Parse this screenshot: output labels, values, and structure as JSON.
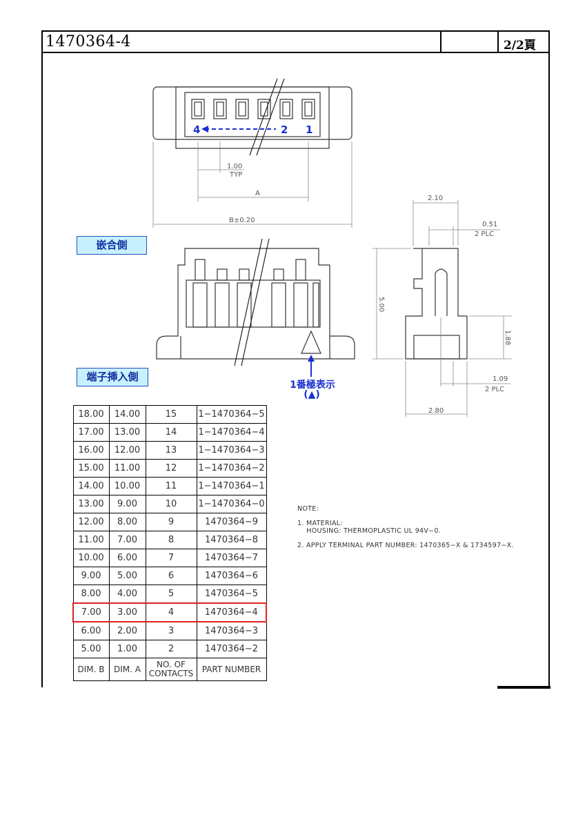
{
  "header": {
    "part_number": "1470364-4",
    "page": "2/2頁"
  },
  "labels": {
    "mating_side": "嵌合側",
    "terminal_side": "端子挿入側",
    "pin1_mark": "1番極表示",
    "pin1_symbol": "(▲)"
  },
  "pins": {
    "p4": "4",
    "p2": "2",
    "p1": "1"
  },
  "dimensions": {
    "pitch": "1.00",
    "pitch_note": "TYP",
    "dim_a": "A",
    "dim_b": "B±0.20",
    "w_top": "2.10",
    "slot": "0.51",
    "slot_note": "2 PLC",
    "height": "5.00",
    "step": "1.88",
    "off": "1.09",
    "off_note": "2 PLC",
    "w_bottom": "2.80"
  },
  "table": {
    "columns": [
      "DIM. B",
      "DIM. A",
      "NO. OF\nCONTACTS",
      "PART NUMBER"
    ],
    "rows": [
      [
        "18.00",
        "14.00",
        "15",
        "1−1470364−5"
      ],
      [
        "17.00",
        "13.00",
        "14",
        "1−1470364−4"
      ],
      [
        "16.00",
        "12.00",
        "13",
        "1−1470364−3"
      ],
      [
        "15.00",
        "11.00",
        "12",
        "1−1470364−2"
      ],
      [
        "14.00",
        "10.00",
        "11",
        "1−1470364−1"
      ],
      [
        "13.00",
        "9.00",
        "10",
        "1−1470364−0"
      ],
      [
        "12.00",
        "8.00",
        "9",
        "1470364−9"
      ],
      [
        "11.00",
        "7.00",
        "8",
        "1470364−8"
      ],
      [
        "10.00",
        "6.00",
        "7",
        "1470364−7"
      ],
      [
        "9.00",
        "5.00",
        "6",
        "1470364−6"
      ],
      [
        "8.00",
        "4.00",
        "5",
        "1470364−5"
      ],
      [
        "7.00",
        "3.00",
        "4",
        "1470364−4"
      ],
      [
        "6.00",
        "2.00",
        "3",
        "1470364−3"
      ],
      [
        "5.00",
        "1.00",
        "2",
        "1470364−2"
      ]
    ],
    "highlight_row": 11,
    "highlight_color": "#e02020"
  },
  "notes": {
    "heading": "NOTE:",
    "n1": "1. MATERIAL:",
    "n1b": "    HOUSING: THERMOPLASTIC UL 94V−0.",
    "n2": "2. APPLY TERMINAL PART NUMBER: 1470365−X & 1734597−X."
  },
  "colors": {
    "label_bg": "#c8f0ff",
    "accent_blue": "#1a2fd0",
    "line": "#333333"
  }
}
